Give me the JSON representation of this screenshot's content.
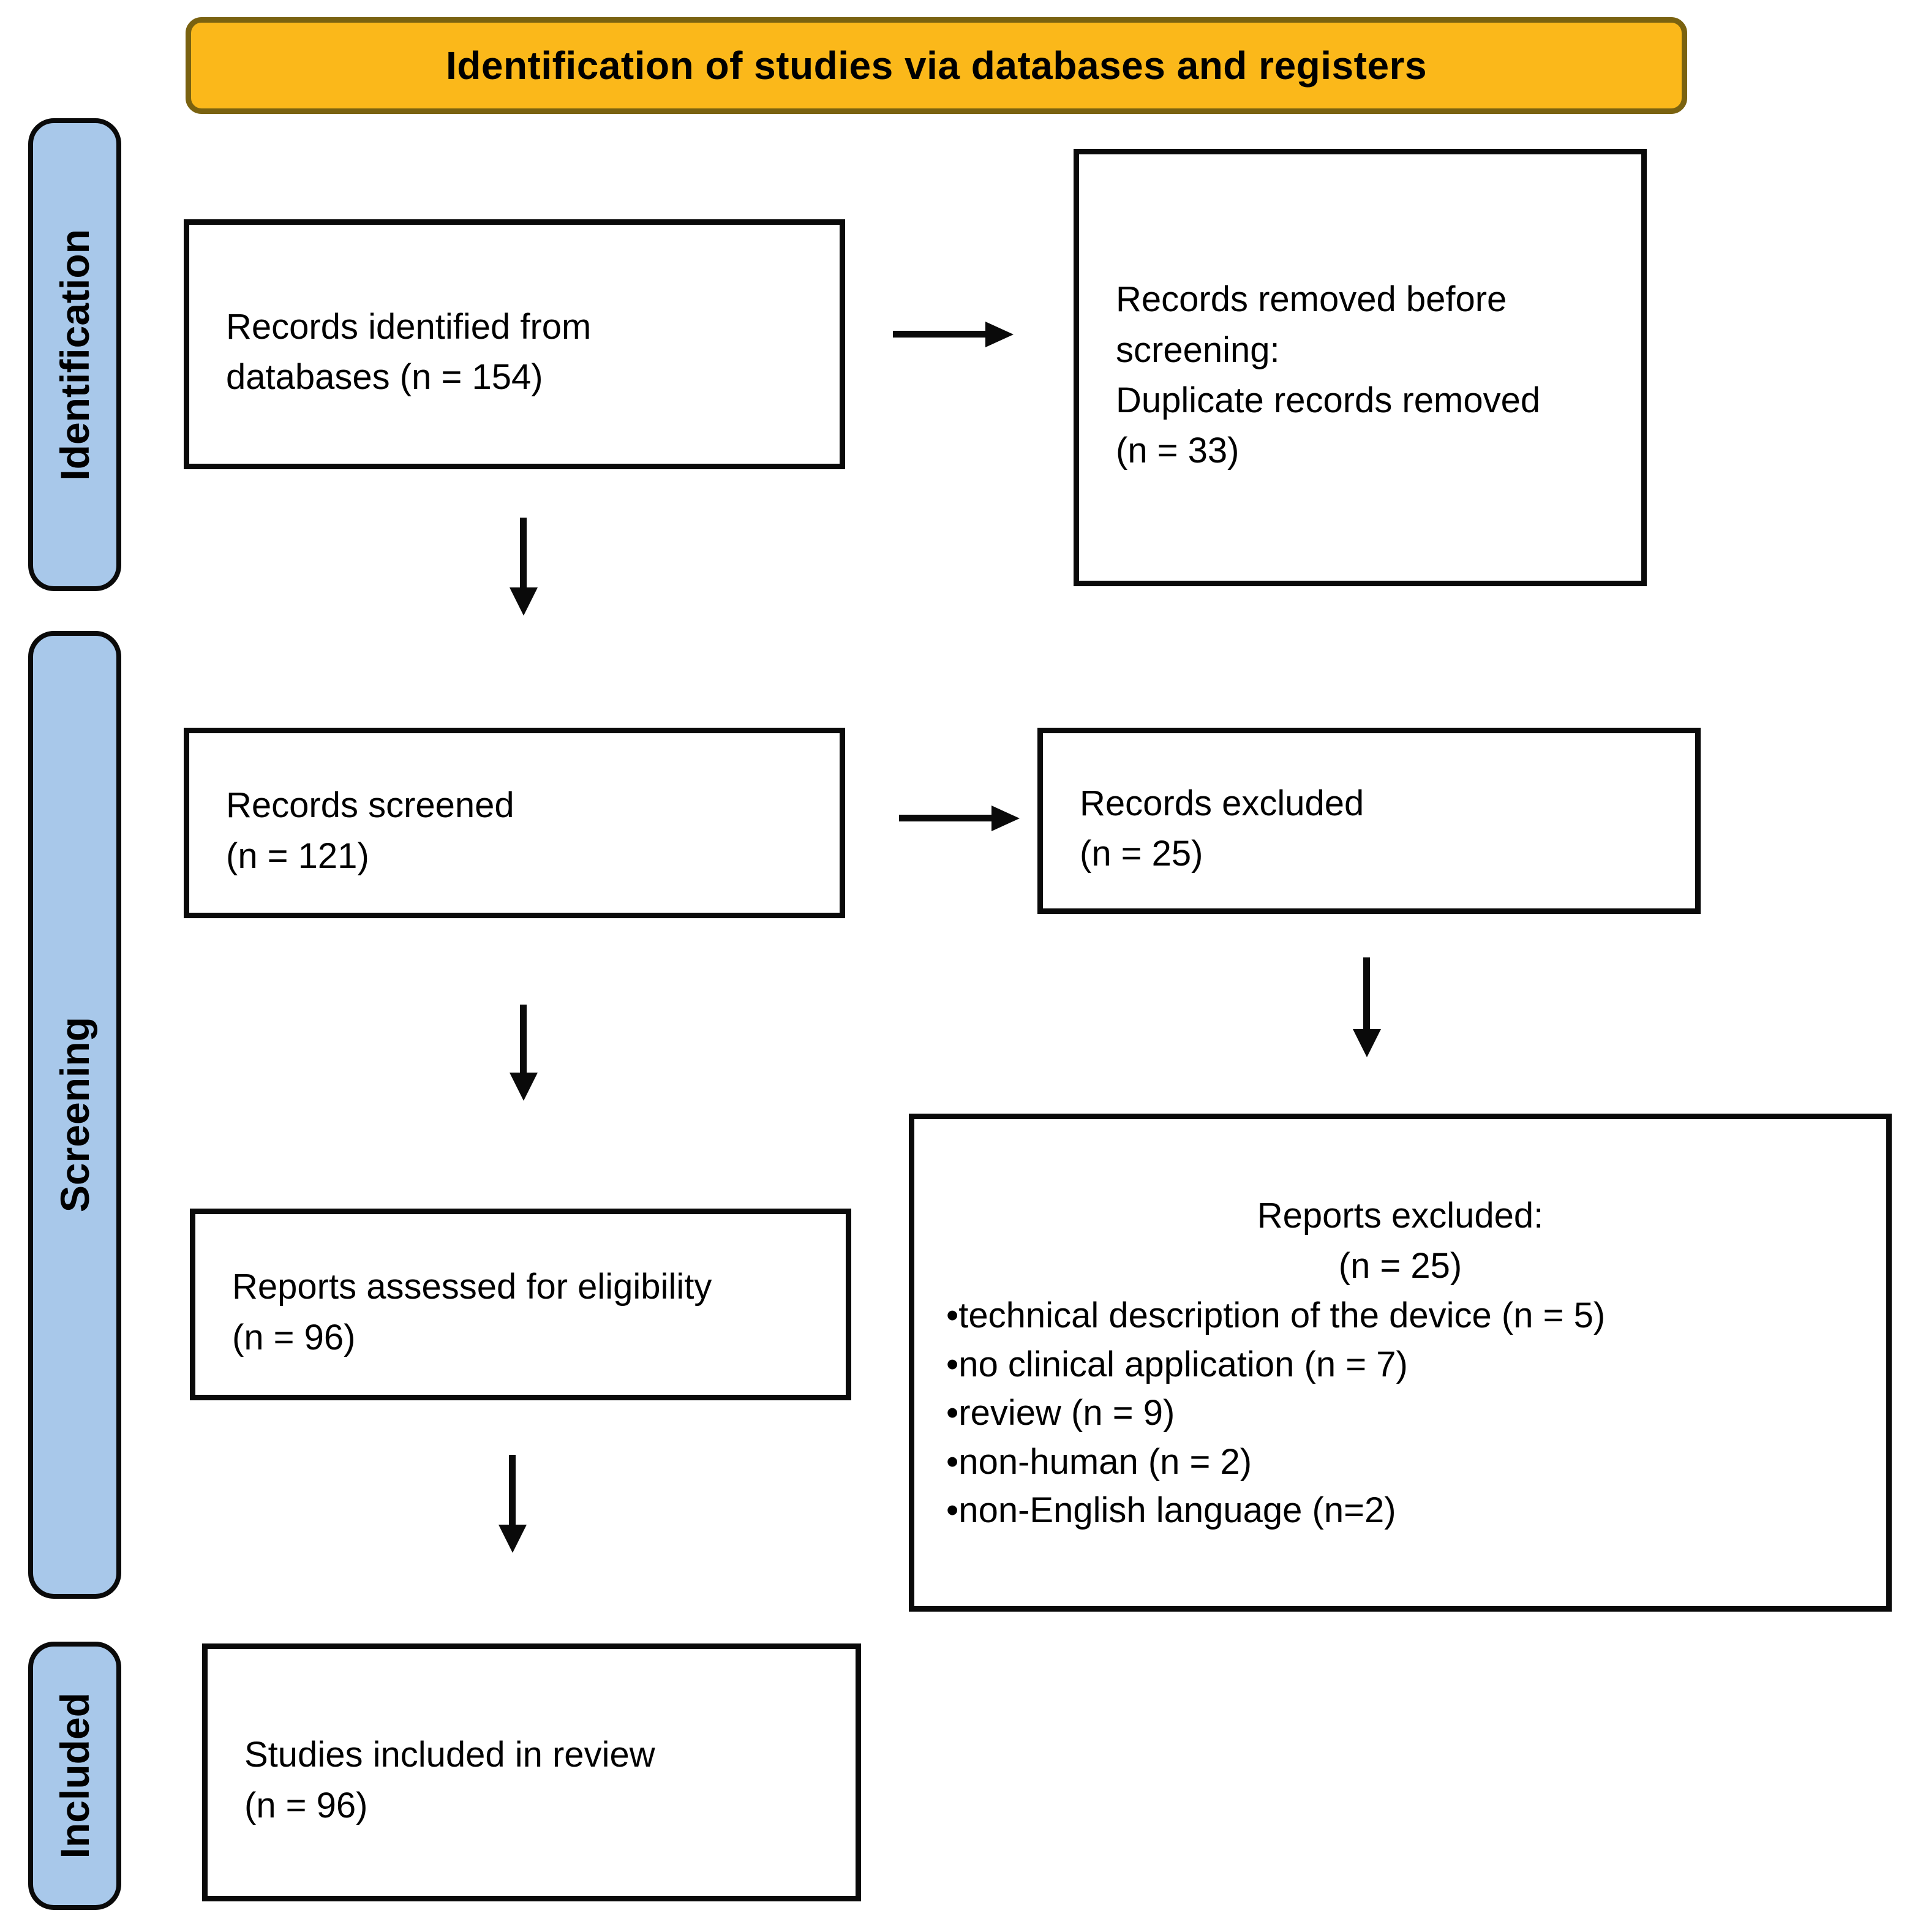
{
  "colors": {
    "banner_bg": "#FBB81A",
    "banner_border": "#7A6210",
    "stage_bg": "#A8C8EA",
    "stage_border": "#0A0A0A",
    "box_border": "#0A0A0A",
    "box_bg": "#FFFFFF",
    "arrow": "#0A0A0A",
    "text": "#000000"
  },
  "banner": {
    "title": "Identification of studies via databases and registers"
  },
  "stages": {
    "identification": "Identification",
    "screening": "Screening",
    "included": "Included"
  },
  "boxes": {
    "records_identified": "Records identified from\ndatabases (n = 154)",
    "records_removed": "Records removed before\nscreening:\nDuplicate records removed\n(n = 33)",
    "records_screened": "Records screened\n(n = 121)",
    "records_excluded": "Records excluded\n(n = 25)",
    "reports_assessed": "Reports assessed for eligibility\n(n = 96)",
    "reports_excluded": {
      "title": "Reports excluded:",
      "count": "(n = 25)",
      "items": [
        "•technical description of the device (n = 5)",
        "•no clinical application (n = 7)",
        "•review (n = 9)",
        "•non-human (n = 2)",
        "•non-English language (n=2)"
      ]
    },
    "studies_included": "Studies included in review\n(n = 96)"
  }
}
